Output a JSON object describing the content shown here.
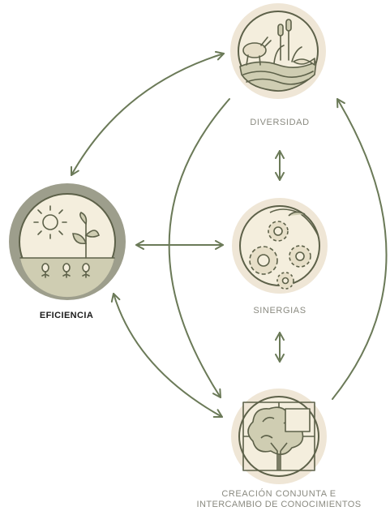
{
  "nodes": {
    "diversity": {
      "label": "DIVERSIDAD",
      "icon": "diversity-icon"
    },
    "synergies": {
      "label": "SINERGIAS",
      "icon": "gears-icon"
    },
    "efficiency": {
      "label": "EFICIENCIA",
      "icon": "sun-plants-icon"
    },
    "cocreation": {
      "label_line1": "CREACIÓN CONJUNTA E",
      "label_line2": "INTERCAMBIO DE CONOCIMIENTOS",
      "icon": "tree-window-icon"
    }
  },
  "colors": {
    "arrow": "#6b7a58",
    "circle_ring": "#efe6d6",
    "circle_ring_active": "#9d9e8c",
    "icon_stroke": "#5d6149",
    "icon_fill_light": "#f4eedd",
    "icon_fill_dark": "#cfcdb2",
    "label": "#8a8a80",
    "label_active": "#1a1a1a"
  }
}
